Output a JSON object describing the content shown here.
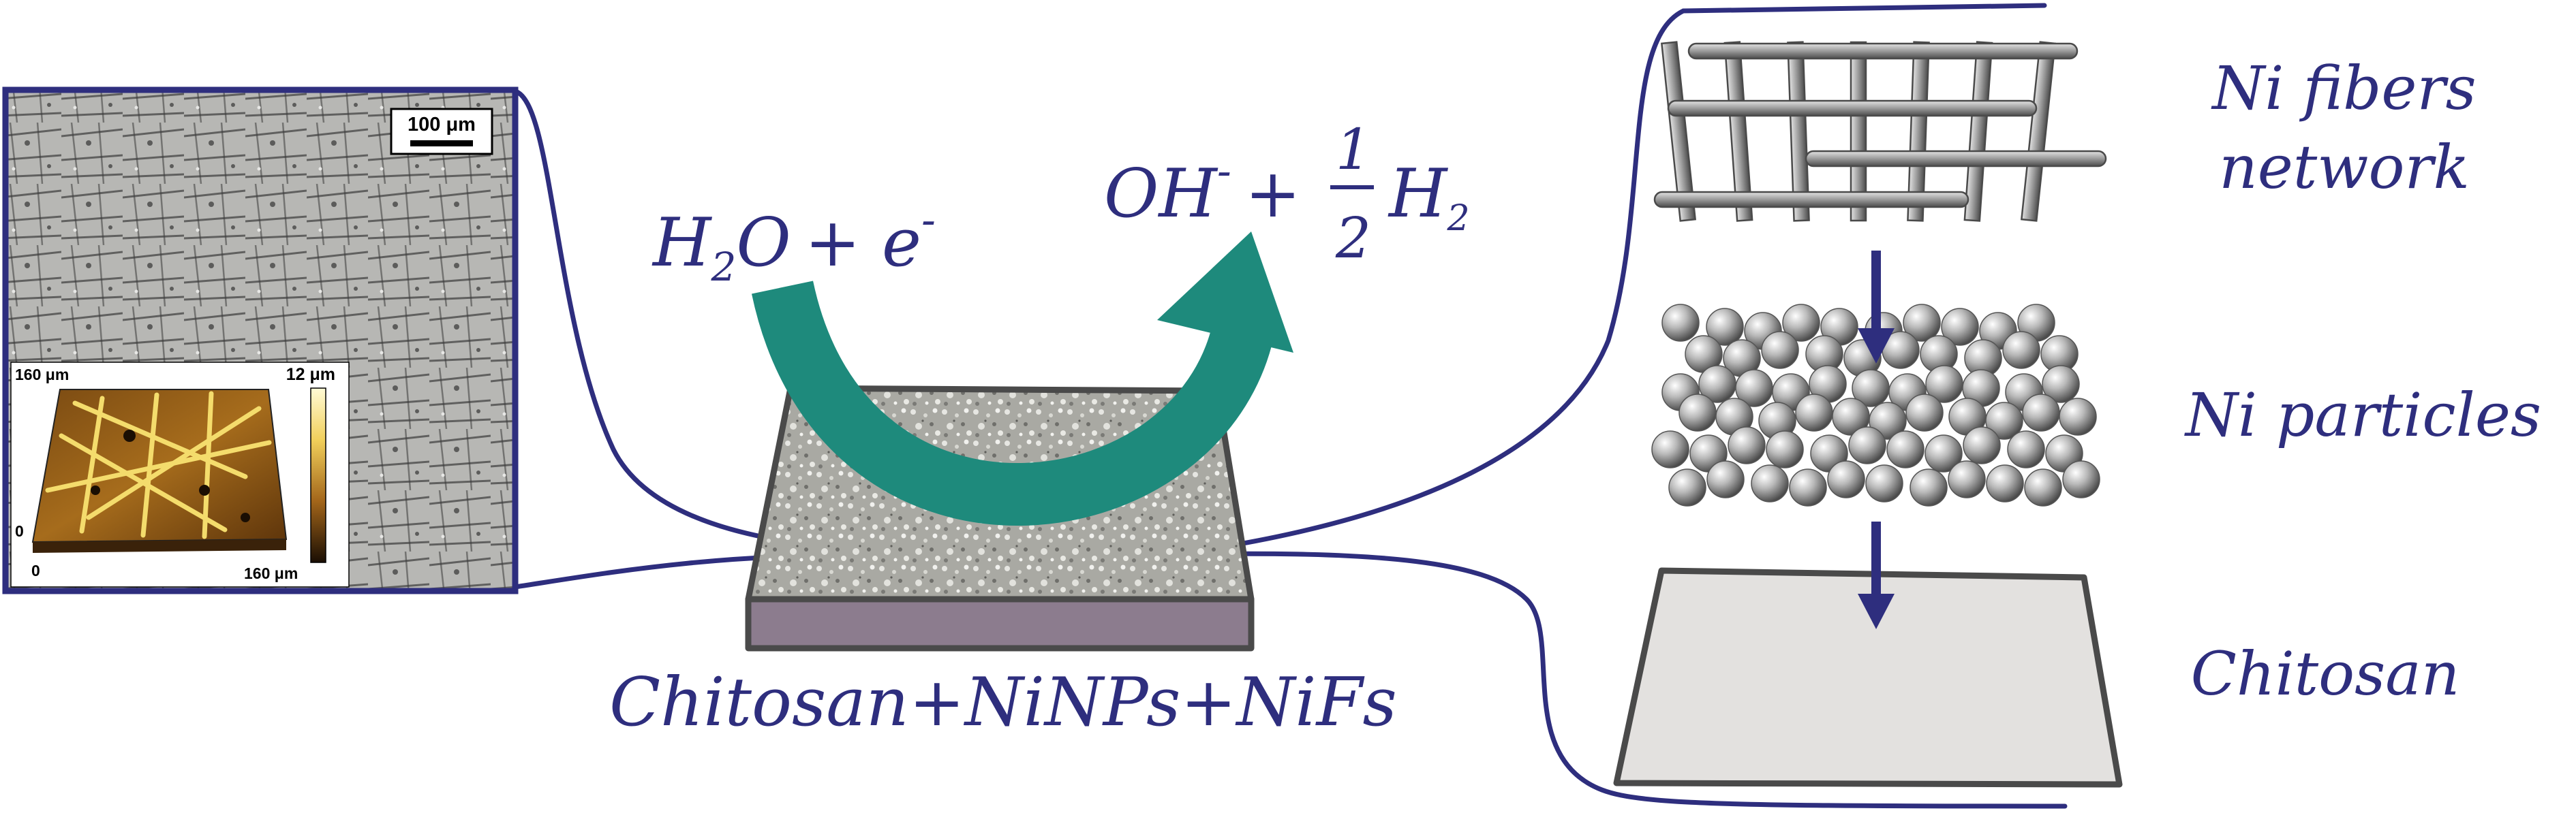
{
  "colors": {
    "navy": "#2e2e7e",
    "teal": "#1e8a7c",
    "slab_side": "#8c7c8e",
    "chitosan_sheet": "#e3e1df",
    "rod": "#9a9a9a"
  },
  "reaction": {
    "reactant_water": "H",
    "reactant_water_sub": "2",
    "reactant_water_o": "O",
    "reactant_plus": "+ e",
    "reactant_electron_sup": "-",
    "product_hydroxide": "OH",
    "product_hydroxide_sup": "-",
    "product_plus": "+",
    "product_half_num": "1",
    "product_half_den": "2",
    "product_h": "H",
    "product_h_sub": "2"
  },
  "composite_label": "Chitosan+NiNPs+NiFs",
  "layers": {
    "fibers": "Ni fibers",
    "fibers_2": "network",
    "particles": "Ni particles",
    "chitosan": "Chitosan"
  },
  "micrograph": {
    "scale_bar": "100 μm",
    "afm": {
      "z_max": "12 μm",
      "y_max": "160 μm",
      "x_max": "160 μm",
      "origin_y": "0",
      "origin_x": "0"
    }
  }
}
